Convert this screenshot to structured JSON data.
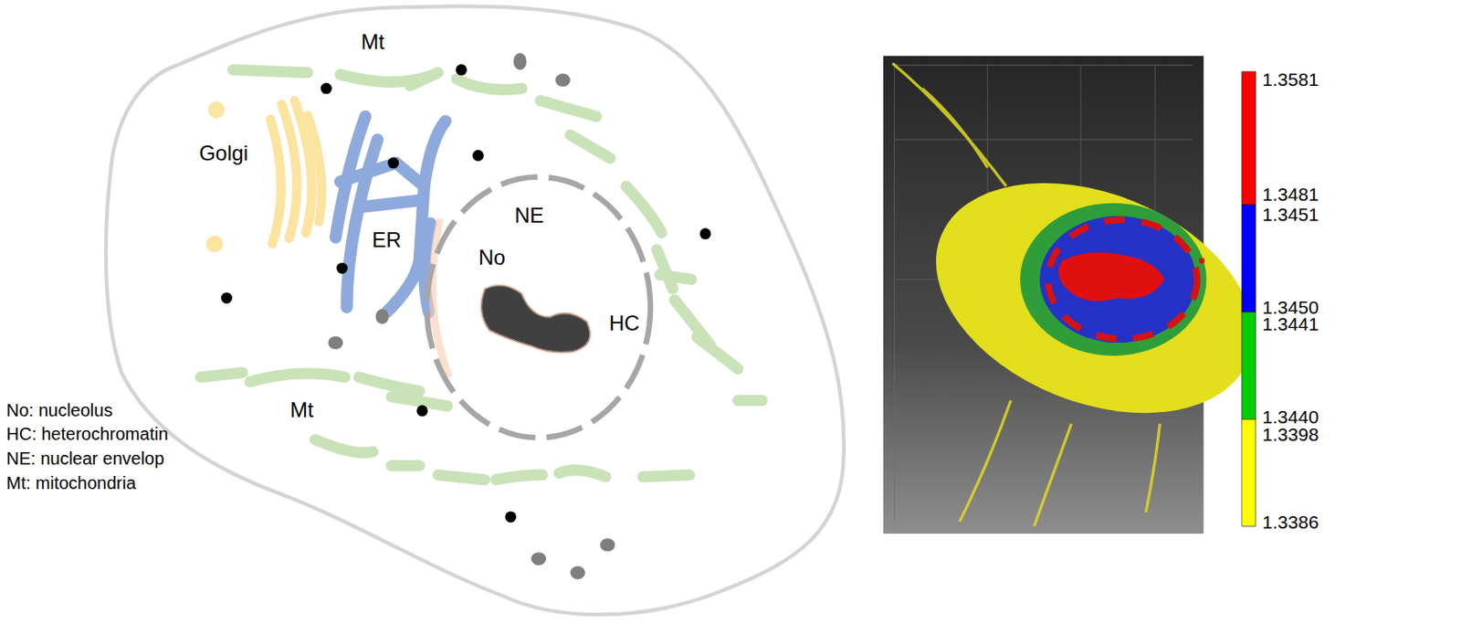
{
  "diagram": {
    "labels": [
      "Mt",
      "Golgi",
      "ER",
      "NE",
      "No",
      "HC",
      "Mt",
      "No: nucleolus",
      "HC: heterochromatin",
      "NE: nuclear envelop",
      "Mt: mitochondria",
      "1.3581",
      "1.3481",
      "1.3451",
      "1.3450",
      "1.3441",
      "1.3440",
      "1.3398",
      "1.3386"
    ]
  }
}
